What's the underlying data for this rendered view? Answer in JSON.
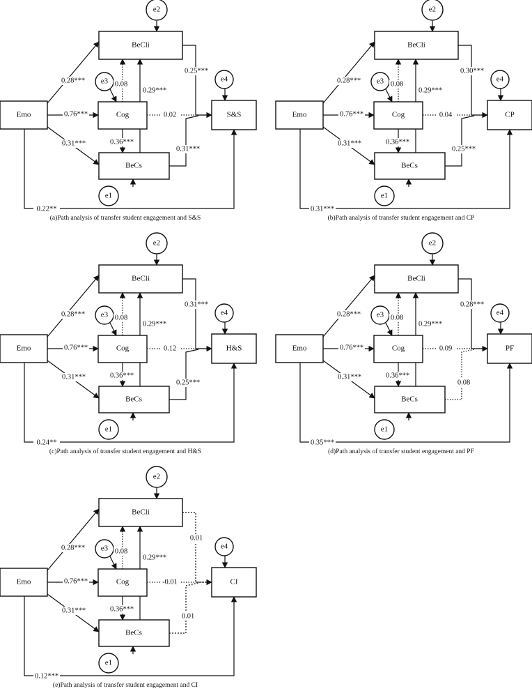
{
  "panels": [
    {
      "outcome": "S&S",
      "caption": "(a)Path analysis of transfer student engagement and S&S",
      "labels": {
        "emo_becli": "0.28***",
        "emo_cog": "0.76***",
        "emo_becs": "0.31***",
        "cog_becli": "0.08",
        "becs_becli": "0.29***",
        "cog_becs": "0.36***",
        "becli_out": "0.25***",
        "cog_out": "0.02",
        "becs_out": "0.31***",
        "emo_out": "0.22**"
      },
      "styles": {
        "becli_out": "solid",
        "cog_out": "dotted",
        "becs_out": "solid"
      }
    },
    {
      "outcome": "CP",
      "caption": "(b)Path analysis of transfer student engagement and CP",
      "labels": {
        "emo_becli": "0.28***",
        "emo_cog": "0.76***",
        "emo_becs": "0.31***",
        "cog_becli": "0.08",
        "becs_becli": "0.29***",
        "cog_becs": "0.36***",
        "becli_out": "0.30***",
        "cog_out": "0.04",
        "becs_out": "0.25***",
        "emo_out": "0.31***"
      },
      "styles": {
        "becli_out": "solid",
        "cog_out": "dotted",
        "becs_out": "solid"
      }
    },
    {
      "outcome": "H&S",
      "caption": "(c)Path analysis of transfer student engagement and H&S",
      "labels": {
        "emo_becli": "0.28***",
        "emo_cog": "0.76***",
        "emo_becs": "0.31***",
        "cog_becli": "0.08",
        "becs_becli": "0.29***",
        "cog_becs": "0.36***",
        "becli_out": "0.31***",
        "cog_out": "0.12",
        "becs_out": "0.25***",
        "emo_out": "0.24**"
      },
      "styles": {
        "becli_out": "solid",
        "cog_out": "dotted",
        "becs_out": "solid"
      }
    },
    {
      "outcome": "PF",
      "caption": "(d)Path analysis of transfer student engagement and PF",
      "labels": {
        "emo_becli": "0.28***",
        "emo_cog": "0.76***",
        "emo_becs": "0.31***",
        "cog_becli": "0.08",
        "becs_becli": "0.29***",
        "cog_becs": "0.36***",
        "becli_out": "0.28***",
        "cog_out": "0.09",
        "becs_out": "0.08",
        "emo_out": "0.35***"
      },
      "styles": {
        "becli_out": "solid",
        "cog_out": "dotted",
        "becs_out": "dotted"
      }
    },
    {
      "outcome": "CI",
      "caption": "(e)Path analysis of transfer student engagement and CI",
      "labels": {
        "emo_becli": "0.28***",
        "emo_cog": "0.76***",
        "emo_becs": "0.31***",
        "cog_becli": "0.08",
        "becs_becli": "0.29***",
        "cog_becs": "0.36***",
        "becli_out": "0.01",
        "cog_out": "-0.01",
        "becs_out": "0.01",
        "emo_out": "0.12***"
      },
      "styles": {
        "becli_out": "dashed",
        "cog_out": "dotted",
        "becs_out": "dashed"
      }
    }
  ],
  "nodes": {
    "emo": "Emo",
    "becli": "BeCli",
    "cog": "Cog",
    "becs": "BeCs",
    "e1": "e1",
    "e2": "e2",
    "e3": "e3",
    "e4": "e4"
  }
}
